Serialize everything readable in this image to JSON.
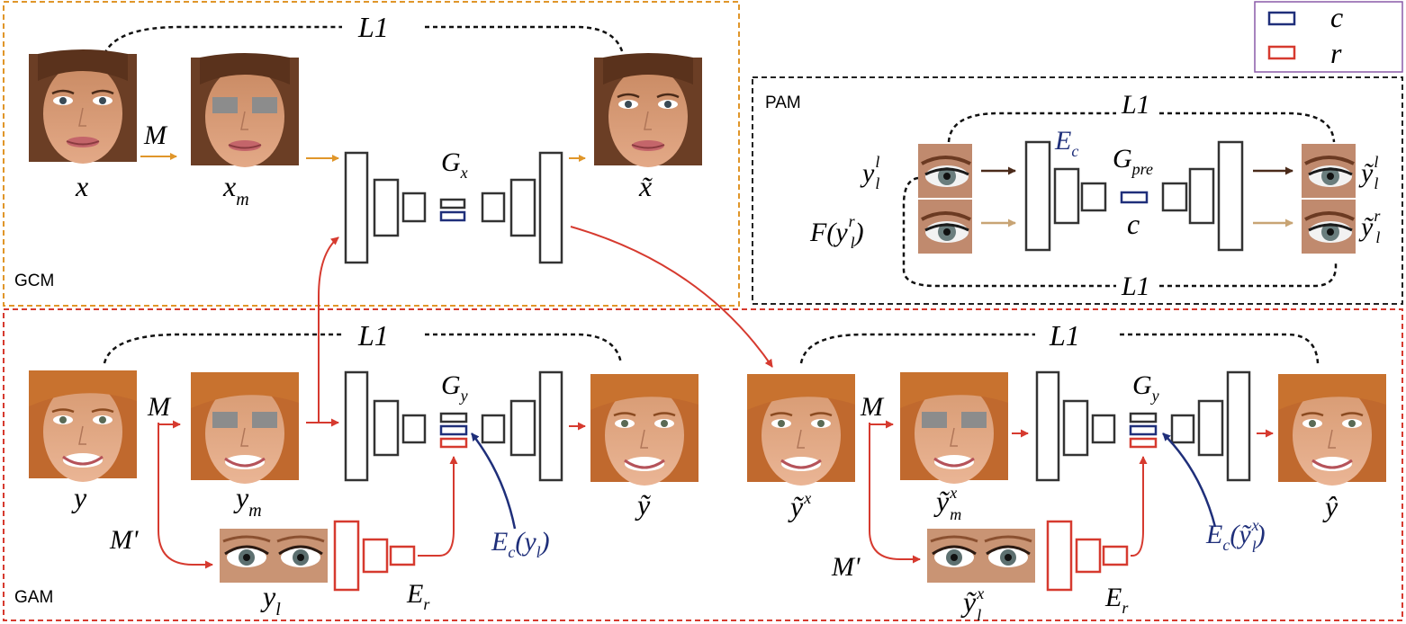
{
  "legend": {
    "items": [
      {
        "symbol": "c",
        "color": "#1f2f7a"
      },
      {
        "symbol": "r",
        "color": "#d63a2f"
      }
    ]
  },
  "modules": {
    "gcm": "GCM",
    "gam": "GAM",
    "pam": "PAM"
  },
  "loss": {
    "l1": "L1"
  },
  "gcm": {
    "input_x": "x",
    "mask_op": "M",
    "masked_x": "x",
    "masked_x_sub": "m",
    "generator": "G",
    "generator_sub": "x",
    "output_x": "x̃"
  },
  "gam": {
    "left": {
      "input_y": "y",
      "mask_op": "M",
      "eye_mask_op": "M'",
      "masked_y": "y",
      "masked_y_sub": "m",
      "eyes_y": "y",
      "eyes_y_sub": "l",
      "generator": "G",
      "generator_sub": "y",
      "ref_encoder": "E",
      "ref_encoder_sub": "r",
      "content_encoding": "E",
      "content_encoding_sub": "c",
      "content_encoding_arg": "(y",
      "content_encoding_arg_sub": "l",
      "content_encoding_close": ")",
      "output_y": "ỹ"
    },
    "right": {
      "input": "ỹ",
      "input_sup": "x",
      "mask_op": "M",
      "eye_mask_op": "M'",
      "masked": "ỹ",
      "masked_sub": "m",
      "masked_sup": "x",
      "eyes": "ỹ",
      "eyes_sub": "l",
      "eyes_sup": "x",
      "generator": "G",
      "generator_sub": "y",
      "ref_encoder": "E",
      "ref_encoder_sub": "r",
      "content_encoding": "E",
      "content_encoding_sub": "c",
      "content_encoding_arg": "(ỹ",
      "content_encoding_arg_sub": "l",
      "content_encoding_arg_sup": "x",
      "content_encoding_close": ")",
      "output": "ŷ"
    }
  },
  "pam": {
    "input_top": "y",
    "input_top_sub": "l",
    "input_top_sup": "l",
    "input_bottom_fn": "F(y",
    "input_bottom_sub": "l",
    "input_bottom_sup": "r",
    "input_bottom_close": ")",
    "encoder": "E",
    "encoder_sub": "c",
    "generator": "G",
    "generator_sub": "pre",
    "code": "c",
    "output_top": "ỹ",
    "output_top_sub": "l",
    "output_top_sup": "l",
    "output_bottom": "ỹ",
    "output_bottom_sub": "l",
    "output_bottom_sup": "r"
  },
  "colors": {
    "gcm_border": "#e0962a",
    "gam_border": "#d63a2f",
    "pam_border": "#222222",
    "legend_border": "#8a5aa8",
    "content_code": "#1f2f7a",
    "ref_code": "#d63a2f",
    "orange_arrow": "#e0962a",
    "red_arrow": "#d63a2f",
    "blue_arrow": "#1f2f7a",
    "dark_arrow": "#4a2a1a",
    "tan_arrow": "#c8a474",
    "network": "#333333"
  }
}
